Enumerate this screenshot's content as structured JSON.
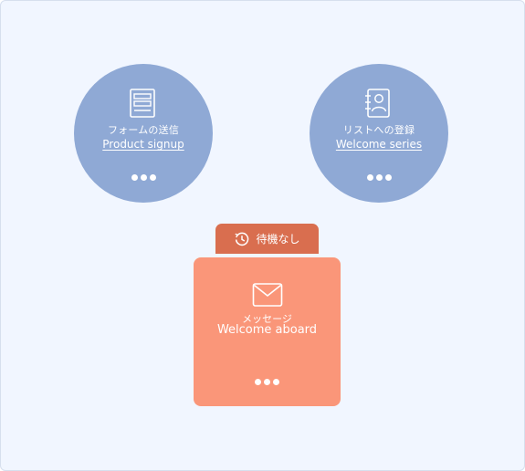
{
  "workflow": {
    "triggers": [
      {
        "icon": "form-icon",
        "title": "フォームの送信",
        "name": "Product signup"
      },
      {
        "icon": "contact-list-icon",
        "title": "リストへの登録",
        "name": "Welcome series"
      }
    ],
    "delay": {
      "icon": "clock-history-icon",
      "label": "待機なし"
    },
    "action": {
      "icon": "envelope-icon",
      "title": "メッセージ",
      "name": "Welcome aboard"
    }
  },
  "colors": {
    "trigger": "#8fa9d5",
    "action": "#fa9679",
    "delay_tab": "#d96e4f",
    "canvas": "#f1f6ff"
  }
}
